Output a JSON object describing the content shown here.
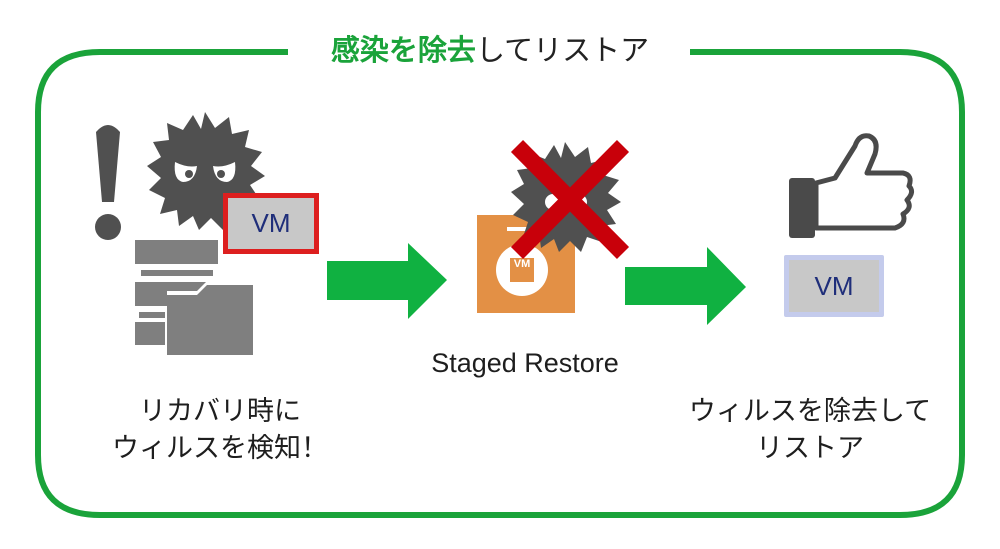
{
  "title": {
    "highlight": "感染を除去",
    "rest": "してリストア"
  },
  "colors": {
    "frame": "#1aa33a",
    "arrow": "#10b141",
    "virus": "#505050",
    "server": "#7f7f7f",
    "vm_alert_border": "#dd1f1f",
    "vm_fill": "#c8c8c8",
    "vm_text": "#1f2e7a",
    "vm_ok_border": "#c4cbec",
    "cross": "#c8000a",
    "restore_box": "#e39045"
  },
  "steps": [
    {
      "id": "detect",
      "icons": [
        "exclamation-icon",
        "virus-icon",
        "vm-icon",
        "server-icon"
      ],
      "vm_label": "VM",
      "caption_lines": [
        "リカバリ時に",
        "ウィルスを検知！"
      ]
    },
    {
      "id": "staged-restore",
      "icons": [
        "restore-vm-icon",
        "virus-icon",
        "cross-icon"
      ],
      "vm_label": "VM",
      "caption_lines": [
        "Staged Restore"
      ]
    },
    {
      "id": "restored",
      "icons": [
        "thumbs-up-icon",
        "vm-icon"
      ],
      "vm_label": "VM",
      "caption_lines": [
        "ウィルスを除去して",
        "リストア"
      ]
    }
  ]
}
